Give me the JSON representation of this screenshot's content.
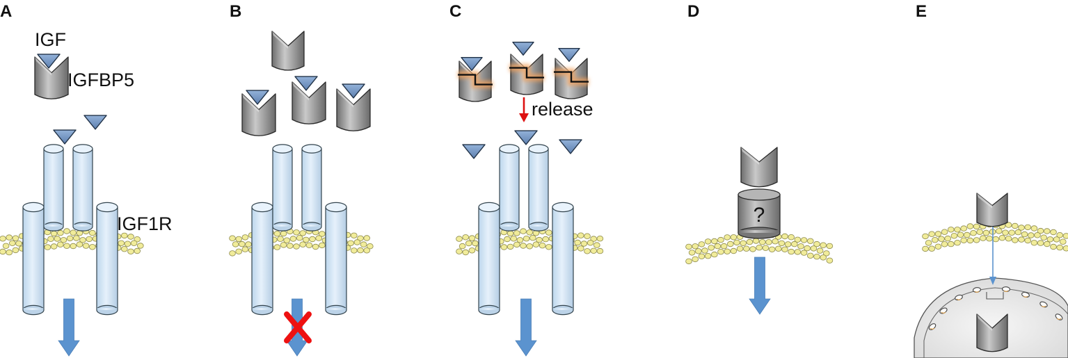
{
  "panels": [
    {
      "letter": "A"
    },
    {
      "letter": "B"
    },
    {
      "letter": "C"
    },
    {
      "letter": "D"
    },
    {
      "letter": "E"
    }
  ],
  "labels": {
    "igf": "IGF",
    "igfbp5": "IGFBP5",
    "igf1r": "IGF1R",
    "release": "release",
    "unknown_receptor": "?"
  },
  "colors": {
    "receptor_fill": "#d3e6f5",
    "receptor_stroke": "#33444e",
    "ligand": "#7a9ac6",
    "binding_protein": "#909090",
    "membrane": "#f1ec9a",
    "signal_arrow": "#5b93cf",
    "block_mark": "#ee1111",
    "release_arrow": "#dd1111",
    "cleavage_glow": "#f3a05a",
    "nucleus": "#eeeeee"
  },
  "icons": {
    "signal": "down-arrow-icon",
    "blocked": "x-mark-icon",
    "release": "red-down-arrow-icon",
    "nuclear_entry": "thin-arrow-icon"
  }
}
